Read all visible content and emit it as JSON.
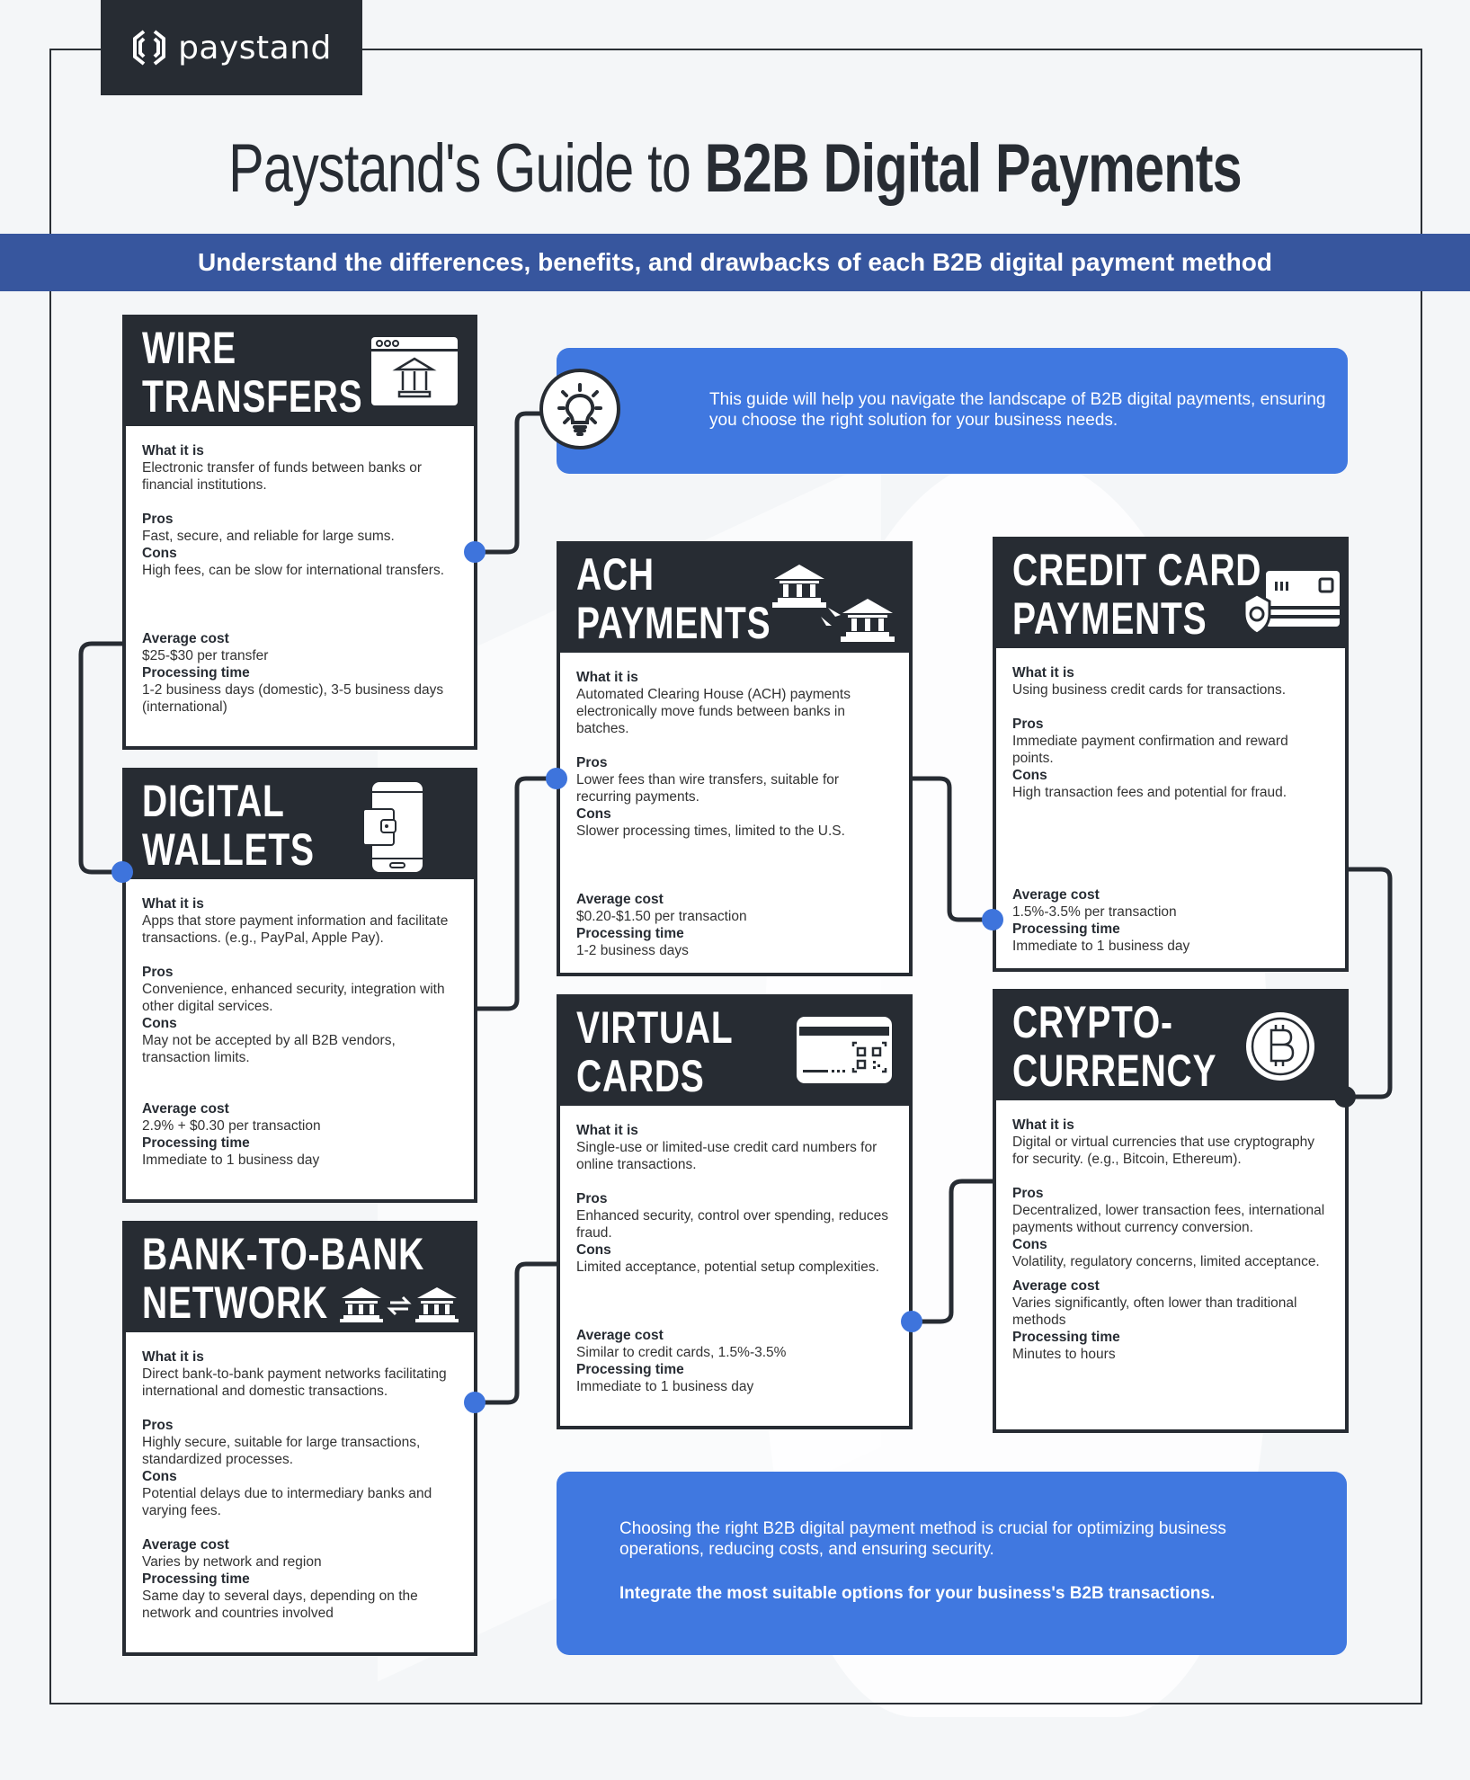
{
  "brand": {
    "name": "paystand",
    "icon": "paystand-hex-logo-icon"
  },
  "header": {
    "title_light": "Paystand's Guide to ",
    "title_bold": "B2B Digital Payments",
    "subtitle": "Understand the differences, benefits, and drawbacks of each B2B digital payment method"
  },
  "intro_callout": {
    "icon": "lightbulb-icon",
    "text": "This guide will help you navigate the landscape of B2B digital payments, ensuring you choose the right solution for your business needs."
  },
  "labels": {
    "what": "What it is",
    "pros": "Pros",
    "cons": "Cons",
    "cost": "Average cost",
    "time": "Processing time"
  },
  "methods": [
    {
      "title": "WIRE\nTRANSFERS",
      "icon": "browser-bank-icon",
      "what": "Electronic transfer of funds between banks or financial institutions.",
      "pros": "Fast, secure, and reliable for large sums.",
      "cons": "High fees, can be slow for international transfers.",
      "cost": "$25-$30 per transfer",
      "time": "1-2 business days (domestic), 3-5 business days (international)"
    },
    {
      "title": "DIGITAL\nWALLETS",
      "icon": "phone-wallet-icon",
      "what": "Apps that store payment information and facilitate transactions. (e.g., PayPal, Apple Pay).",
      "pros": "Convenience, enhanced security, integration with other digital services.",
      "cons": "May not be accepted by all B2B vendors, transaction limits.",
      "cost": "2.9% + $0.30 per transaction",
      "time": "Immediate to 1 business day"
    },
    {
      "title": "BANK-TO-BANK\nNETWORK",
      "icon": "bank-exchange-icon",
      "what": "Direct bank-to-bank payment networks facilitating international and domestic transactions.",
      "pros": "Highly secure, suitable for large transactions, standardized processes.",
      "cons": "Potential delays due to intermediary banks and varying fees.",
      "cost": "Varies by network and region",
      "time": "Same day to several days, depending on the network and countries involved"
    },
    {
      "title": "ACH\nPAYMENTS",
      "icon": "two-banks-transfer-icon",
      "what": "Automated Clearing House (ACH) payments electronically move funds between banks in batches.",
      "pros": "Lower fees than wire transfers, suitable for recurring payments.",
      "cons": "Slower processing times, limited to the U.S.",
      "cost": "$0.20-$1.50 per transaction",
      "time": "1-2 business days"
    },
    {
      "title": "VIRTUAL\nCARDS",
      "icon": "card-qr-code-icon",
      "what": "Single-use or limited-use credit card numbers for online transactions.",
      "pros": "Enhanced security, control over spending, reduces fraud.",
      "cons": "Limited acceptance, potential setup complexities.",
      "cost": "Similar to credit cards, 1.5%-3.5%",
      "time": "Immediate to 1 business day"
    },
    {
      "title": "CREDIT CARD\nPAYMENTS",
      "icon": "credit-card-shield-icon",
      "what": "Using business credit cards for transactions.",
      "pros": "Immediate payment confirmation and reward points.",
      "cons": "High transaction fees and potential for fraud.",
      "cost": "1.5%-3.5% per transaction",
      "time": "Immediate to 1 business day"
    },
    {
      "title": "CRYPTO-\nCURRENCY",
      "icon": "bitcoin-coin-icon",
      "what": "Digital or virtual currencies that use cryptography for security. (e.g., Bitcoin, Ethereum).",
      "pros": "Decentralized, lower transaction fees, international payments without currency conversion.",
      "cons": "Volatility, regulatory concerns, limited acceptance.",
      "cost": "Varies significantly, often lower than traditional methods",
      "time": "Minutes to hours"
    }
  ],
  "closing_callout": {
    "text": "Choosing the right B2B digital payment method is crucial for optimizing business operations, reducing costs, and ensuring security.",
    "cta": "Integrate the most suitable options for your business's B2B transactions."
  },
  "colors": {
    "dark": "#272c33",
    "accent_blue": "#4078e0",
    "banner_blue": "#37569e",
    "background": "#f4f6f8",
    "connector_dot": "#3e74dc"
  }
}
